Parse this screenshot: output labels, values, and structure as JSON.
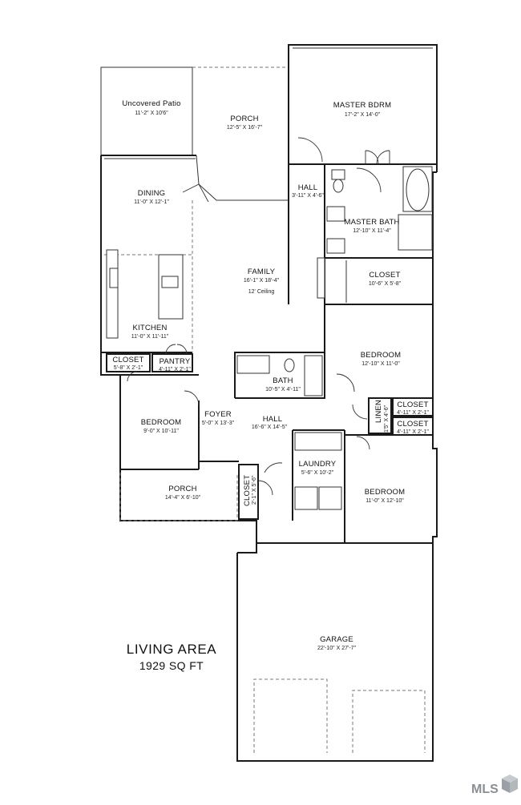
{
  "rooms": [
    {
      "key": "uncovered_patio",
      "name": "Uncovered Patio",
      "dim": "11'-2\" X 10'6\""
    },
    {
      "key": "porch_rear",
      "name": "PORCH",
      "dim": "12'-5\" X 16'-7\""
    },
    {
      "key": "master_bdrm",
      "name": "MASTER BDRM",
      "dim": "17'-2\" X 14'-0\""
    },
    {
      "key": "dining",
      "name": "DINING",
      "dim": "11'-0\" X 12'-1\""
    },
    {
      "key": "hall_master",
      "name": "HALL",
      "dim": "3'-11\" X 4'-6\""
    },
    {
      "key": "master_bath",
      "name": "MASTER BATH",
      "dim": "12'-10\" X 11'-4\""
    },
    {
      "key": "family",
      "name": "FAMILY",
      "dim": "16'-1\" X 18'-4\"",
      "note": "12' Ceiling"
    },
    {
      "key": "closet_master",
      "name": "CLOSET",
      "dim": "10'-6\" X 5'-8\""
    },
    {
      "key": "kitchen",
      "name": "KITCHEN",
      "dim": "11'-0\" X 11'-11\""
    },
    {
      "key": "closet_kitchen",
      "name": "CLOSET",
      "dim": "5'-8\" X 2'-1\""
    },
    {
      "key": "pantry",
      "name": "PANTRY",
      "dim": "4'-11\" X 2'-1\""
    },
    {
      "key": "bedroom_2",
      "name": "BEDROOM",
      "dim": "12'-10\" X 11'-0\""
    },
    {
      "key": "bath",
      "name": "BATH",
      "dim": "10'-5\" X 4'-11\""
    },
    {
      "key": "foyer",
      "name": "FOYER",
      "dim": "5'-0\" X 13'-3\""
    },
    {
      "key": "hall",
      "name": "HALL",
      "dim": "16'-6\" X 14'-5\""
    },
    {
      "key": "linen",
      "name": "LINEN",
      "dim": "1'5\" X 4'-6\""
    },
    {
      "key": "closet_b2",
      "name": "CLOSET",
      "dim": "4'-11\" X 2'-1\""
    },
    {
      "key": "closet_b3",
      "name": "CLOSET",
      "dim": "4'-11\" X 2'-1\""
    },
    {
      "key": "bedroom_1",
      "name": "BEDROOM",
      "dim": "9'-0\" X 10'-11\""
    },
    {
      "key": "laundry",
      "name": "LAUNDRY",
      "dim": "5'-6\" X 10'-2\""
    },
    {
      "key": "bedroom_3",
      "name": "BEDROOM",
      "dim": "11'-0\" X 12'-10\""
    },
    {
      "key": "porch_front",
      "name": "PORCH",
      "dim": "14'-4\" X 6'-10\""
    },
    {
      "key": "closet_foyer",
      "name": "CLOSET",
      "dim": "2'-1\" X 5'-6\""
    },
    {
      "key": "garage",
      "name": "GARAGE",
      "dim": "22'-10\" X 27'-7\""
    }
  ],
  "summary": {
    "title": "LIVING AREA",
    "area": "1929 SQ FT"
  },
  "watermark": {
    "text": "MLS"
  }
}
